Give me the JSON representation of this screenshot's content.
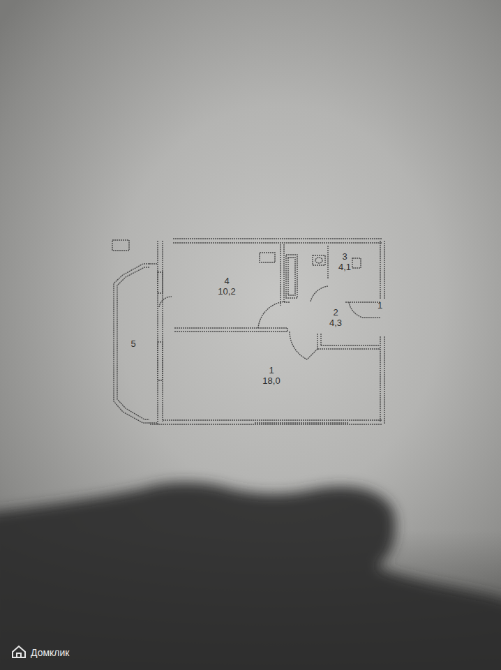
{
  "diagram": {
    "nodes": [
      {
        "text": [
          "4",
          "10,2"
        ]
      },
      {
        "text": [
          "3",
          "4,1"
        ]
      },
      {
        "text": [
          "2",
          "4,3"
        ]
      },
      {
        "text": [
          "5"
        ]
      },
      {
        "text": [
          "1",
          "18,0"
        ]
      }
    ],
    "labels": [
      "1",
      "Домклик"
    ]
  }
}
